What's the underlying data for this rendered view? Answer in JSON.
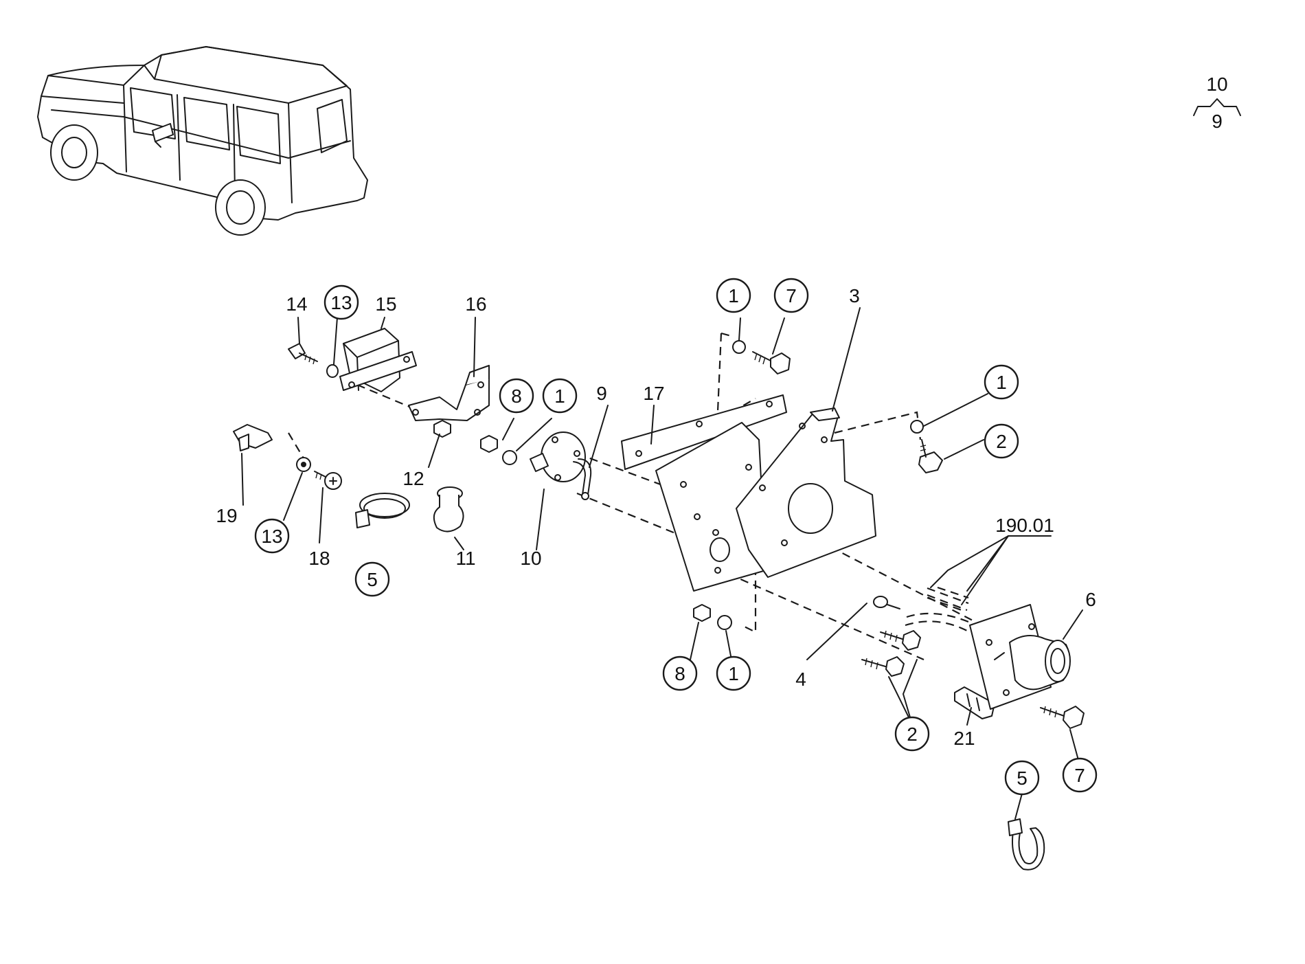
{
  "diagram": {
    "legend": {
      "top": "10",
      "bottom": "9"
    },
    "callout_labels": [
      "1",
      "1",
      "1",
      "1",
      "2",
      "2",
      "3",
      "4",
      "5",
      "5",
      "6",
      "7",
      "7",
      "8",
      "8",
      "9",
      "10",
      "11",
      "12",
      "13",
      "13",
      "14",
      "15",
      "16",
      "17",
      "18",
      "19",
      "21",
      "190.01"
    ],
    "stroke_color": "#1a1a1a"
  }
}
